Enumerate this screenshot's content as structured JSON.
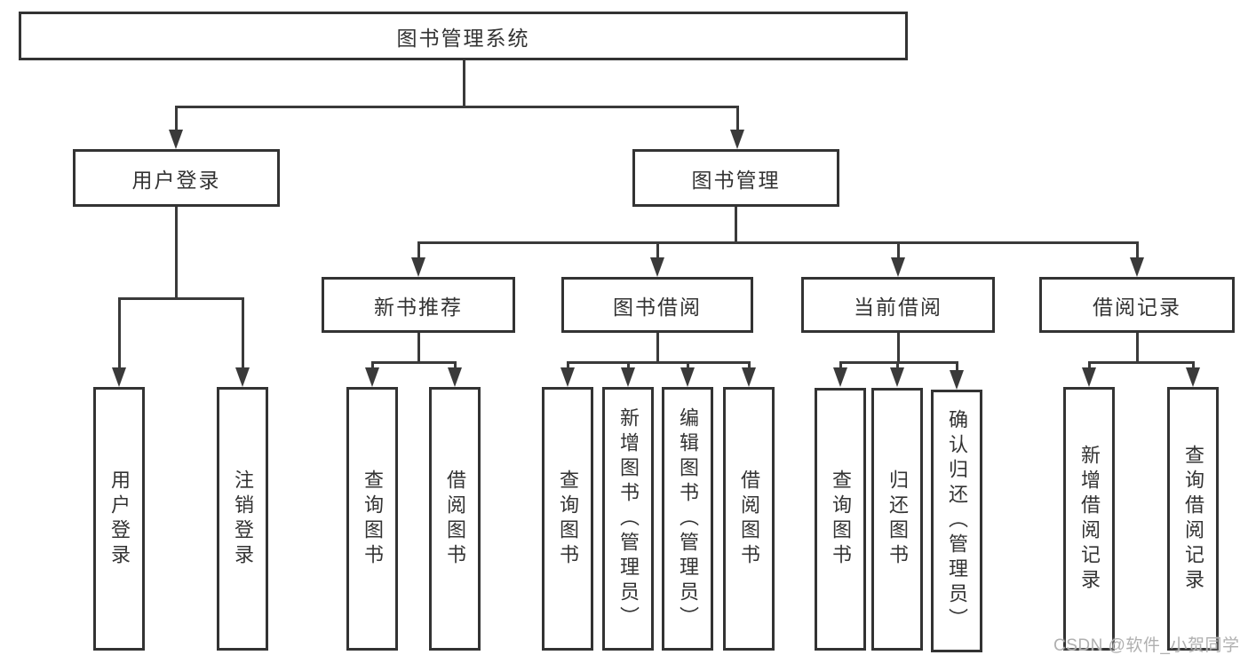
{
  "diagram_title": "图书管理系统",
  "tree": {
    "label": "图书管理系统",
    "children": [
      {
        "label": "用户登录",
        "children": [
          {
            "label": "用户登录"
          },
          {
            "label": "注销登录"
          }
        ]
      },
      {
        "label": "图书管理",
        "children": [
          {
            "label": "新书推荐",
            "children": [
              {
                "label": "查询图书"
              },
              {
                "label": "借阅图书"
              }
            ]
          },
          {
            "label": "图书借阅",
            "children": [
              {
                "label": "查询图书"
              },
              {
                "label": "新增图书（管理员）"
              },
              {
                "label": "编辑图书（管理员）"
              },
              {
                "label": "借阅图书"
              }
            ]
          },
          {
            "label": "当前借阅",
            "children": [
              {
                "label": "查询图书"
              },
              {
                "label": "归还图书"
              },
              {
                "label": "确认归还（管理员）"
              }
            ]
          },
          {
            "label": "借阅记录",
            "children": [
              {
                "label": "新增借阅记录"
              },
              {
                "label": "查询借阅记录"
              }
            ]
          }
        ]
      }
    ]
  },
  "watermark": {
    "text": "CSDN @软件_小贺同学"
  },
  "colors": {
    "line": "#3a3a3a",
    "border": "#333333",
    "text": "#333333",
    "watermark": "#b0b0b0",
    "background": "#ffffff"
  }
}
